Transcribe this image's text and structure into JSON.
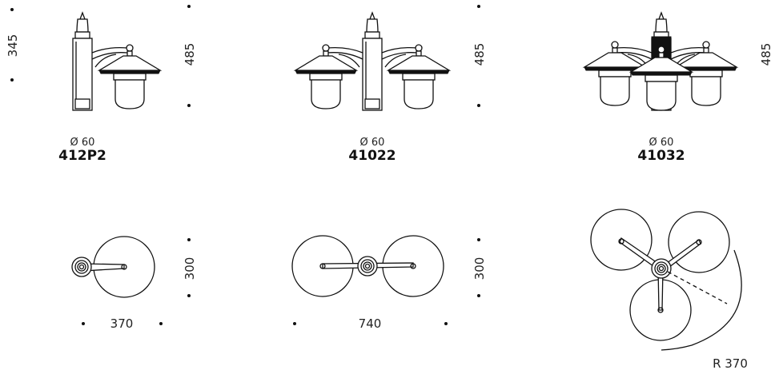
{
  "products": [
    {
      "code": "412P2",
      "diameter": "Ø 60",
      "height": "485",
      "arm_height": "345",
      "depth": "300",
      "width": "370"
    },
    {
      "code": "41022",
      "diameter": "Ø 60",
      "height": "485",
      "depth": "300",
      "width": "740"
    },
    {
      "code": "41032",
      "diameter": "Ø 60",
      "height": "485",
      "radius": "R 370"
    }
  ],
  "colors": {
    "line": "#111111",
    "background": "#ffffff"
  }
}
